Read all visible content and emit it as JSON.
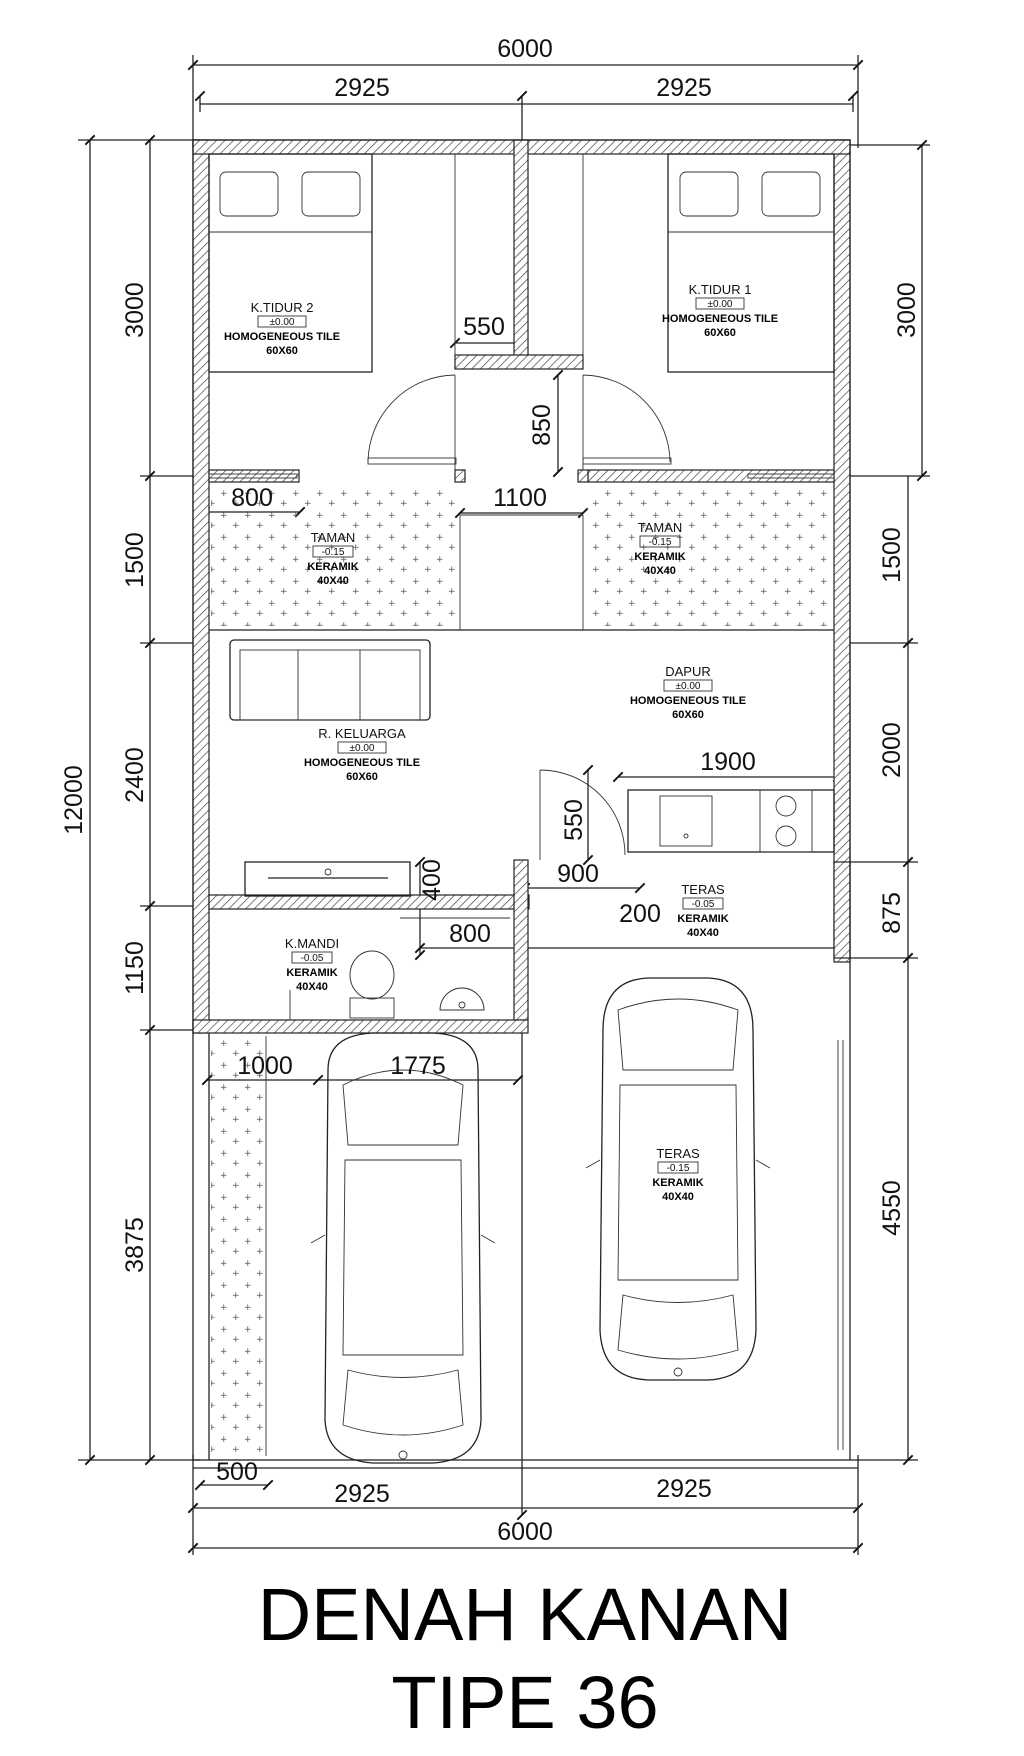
{
  "title": {
    "line1": "DENAH KANAN",
    "line2": "TIPE 36"
  },
  "dimensions": {
    "overall_width_top": "6000",
    "top_left_half": "2925",
    "top_right_half": "2925",
    "overall_depth": "12000",
    "left_bedroom": "3000",
    "left_garden": "1500",
    "left_family": "2400",
    "left_bathroom": "1150",
    "left_carport": "3875",
    "right_bedroom": "3000",
    "right_garden": "1500",
    "right_kitchen": "2000",
    "right_terrace": "875",
    "right_carport": "4550",
    "door_550": "550",
    "door_850": "850",
    "window_800": "800",
    "opening_1100": "1100",
    "kitchen_1900": "1900",
    "door_550_kitchen": "550",
    "step_400": "400",
    "step_900": "900",
    "step_200": "200",
    "bath_800": "800",
    "carport_1000": "1000",
    "carport_1775": "1775",
    "bottom_500": "500",
    "bottom_left_half": "2925",
    "bottom_right_half": "2925",
    "overall_width_bottom": "6000"
  },
  "rooms": {
    "bedroom2": {
      "name": "K.TIDUR 2",
      "level": "±0.00",
      "material": "HOMOGENEOUS TILE",
      "size": "60X60"
    },
    "bedroom1": {
      "name": "K.TIDUR 1",
      "level": "±0.00",
      "material": "HOMOGENEOUS TILE",
      "size": "60X60"
    },
    "garden_left": {
      "name": "TAMAN",
      "level": "-0.15",
      "material": "KERAMIK",
      "size": "40X40"
    },
    "garden_right": {
      "name": "TAMAN",
      "level": "-0.15",
      "material": "KERAMIK",
      "size": "40X40"
    },
    "kitchen": {
      "name": "DAPUR",
      "level": "±0.00",
      "material": "HOMOGENEOUS TILE",
      "size": "60X60"
    },
    "family": {
      "name": "R. KELUARGA",
      "level": "±0.00",
      "material": "HOMOGENEOUS TILE",
      "size": "60X60"
    },
    "terrace_small": {
      "name": "TERAS",
      "level": "-0.05",
      "material": "KERAMIK",
      "size": "40X40"
    },
    "bathroom": {
      "name": "K.MANDI",
      "level": "-0.05",
      "material": "KERAMIK",
      "size": "40X40"
    },
    "terrace_carport": {
      "name": "TERAS",
      "level": "-0.15",
      "material": "KERAMIK",
      "size": "40X40"
    }
  }
}
